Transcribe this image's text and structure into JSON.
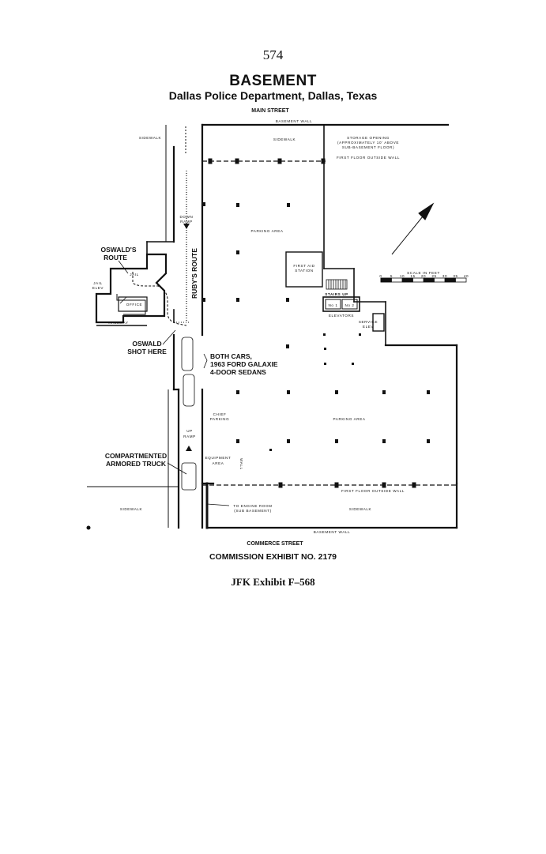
{
  "page_number": "574",
  "title": "BASEMENT",
  "subtitle": "Dallas Police Department, Dallas, Texas",
  "streets": {
    "main": "MAIN STREET",
    "commerce": "COMMERCE STREET"
  },
  "labels": {
    "basement_wall_top": "BASEMENT WALL",
    "basement_wall_bottom": "BASEMENT WALL",
    "sidewalk_top": "SIDEWALK",
    "sidewalk_top_left": "SIDEWALK",
    "sidewalk_bottom_left": "SIDEWALK",
    "sidewalk_bottom_right": "SIDEWALK",
    "storage_1": "STORAGE OPENING",
    "storage_2": "(APPROXIMATELY 10' ABOVE",
    "storage_3": "SUB-BASEMENT FLOOR)",
    "first_floor_top": "FIRST FLOOR OUTSIDE WALL",
    "first_floor_bottom": "FIRST FLOOR OUTSIDE WALL",
    "down_ramp_1": "DOWN",
    "down_ramp_2": "RAMP",
    "parking_upper": "PARKING AREA",
    "parking_lower": "PARKING AREA",
    "first_aid_1": "FIRST AID",
    "first_aid_2": "STATION",
    "scale": "SCALE IN FEET",
    "scale_ticks": [
      "0",
      "5",
      "10",
      "15",
      "20",
      "25",
      "30",
      "35",
      "40"
    ],
    "stairs_up": "STAIRS UP",
    "elev_no1": "No 1",
    "elev_no2": "No 2",
    "elevators": "ELEVATORS",
    "service_elev_1": "SERVICE",
    "service_elev_2": "ELEV",
    "oswalds_route_1": "OSWALD'S",
    "oswalds_route_2": "ROUTE",
    "jail": "JAIL",
    "jail_elev_1": "JAIL",
    "jail_elev_2": "ELEV",
    "office": "OFFICE",
    "hallway": "HALLWAY",
    "rubys_route": "RUBY'S ROUTE",
    "oswald_shot_1": "OSWALD",
    "oswald_shot_2": "SHOT HERE",
    "both_cars_1": "BOTH CARS,",
    "both_cars_2": "1963 FORD GALAXIE",
    "both_cars_3": "4-DOOR SEDANS",
    "chief_parking_1": "CHIEF",
    "chief_parking_2": "PARKING",
    "up_ramp_1": "UP",
    "up_ramp_2": "RAMP",
    "equipment_1": "EQUIPMENT",
    "equipment_2": "AREA",
    "wall": "WALL",
    "armored_1": "COMPARTMENTED",
    "armored_2": "ARMORED TRUCK",
    "engine_room_1": "TO ENGINE ROOM",
    "engine_room_2": "(SUB BASEMENT)"
  },
  "caption": "COMMISSION EXHIBIT NO. 2179",
  "jfk_exhibit": "JFK Exhibit F–568"
}
